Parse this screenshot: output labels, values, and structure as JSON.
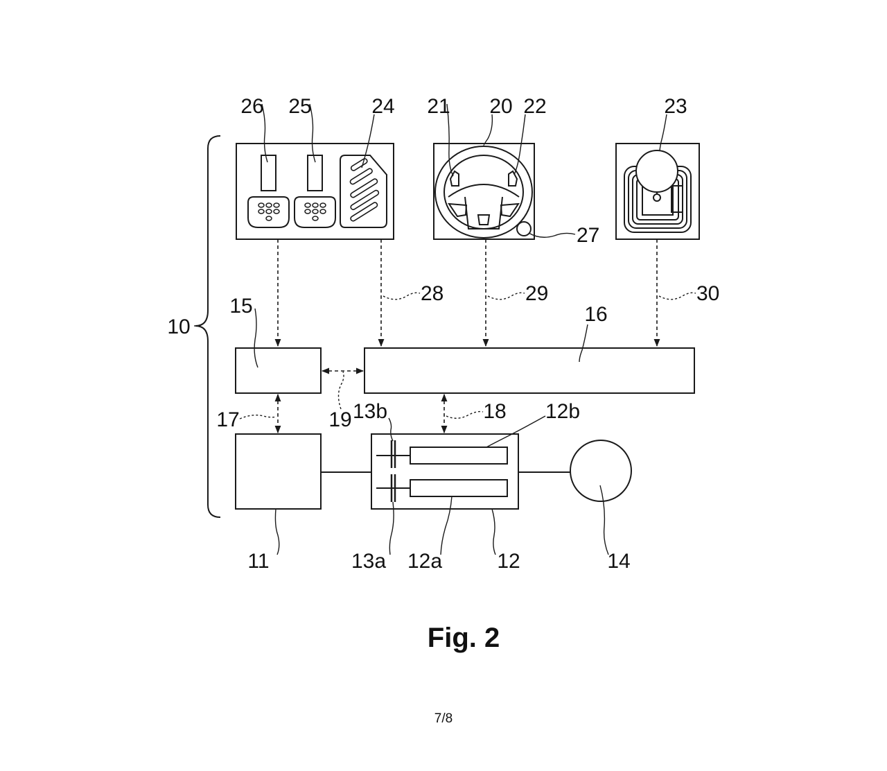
{
  "figure": {
    "caption": "Fig. 2",
    "page_number": "7/8"
  },
  "refs": {
    "r10": "10",
    "r11": "11",
    "r12": "12",
    "r12a": "12a",
    "r12b": "12b",
    "r13a": "13a",
    "r13b": "13b",
    "r14": "14",
    "r15": "15",
    "r16": "16",
    "r17": "17",
    "r18": "18",
    "r19": "19",
    "r20": "20",
    "r21": "21",
    "r22": "22",
    "r23": "23",
    "r24": "24",
    "r25": "25",
    "r26": "26",
    "r27": "27",
    "r28": "28",
    "r29": "29",
    "r30": "30"
  }
}
